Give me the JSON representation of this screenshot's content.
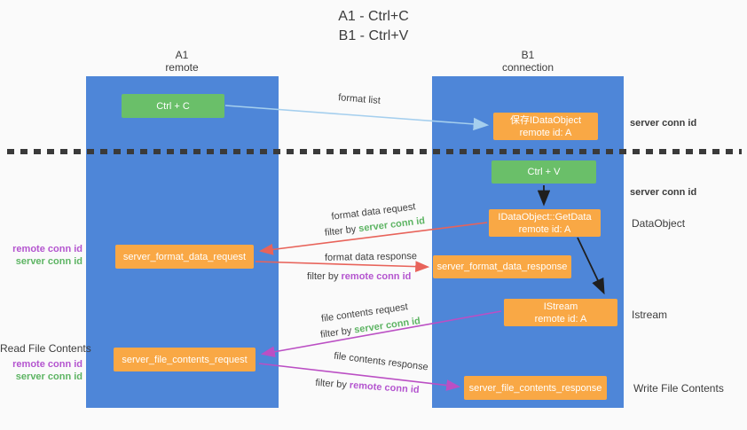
{
  "title": {
    "line1": "A1 - Ctrl+C",
    "line2": "B1 - Ctrl+V"
  },
  "columns": {
    "left": {
      "header_line1": "A1",
      "header_line2": "remote"
    },
    "right": {
      "header_line1": "B1",
      "header_line2": "connection"
    }
  },
  "boxes": {
    "ctrl_c": "Ctrl + C",
    "save_dataobject_line1": "保存IDataObject",
    "save_dataobject_line2": "remote id: A",
    "ctrl_v": "Ctrl + V",
    "getdata_line1": "IDataObject::GetData",
    "getdata_line2": "remote id: A",
    "server_format_data_request": "server_format_data_request",
    "server_format_data_response": "server_format_data_response",
    "istream_line1": "IStream",
    "istream_line2": "remote id: A",
    "server_file_contents_request": "server_file_contents_request",
    "server_file_contents_response": "server_file_contents_response"
  },
  "arrow_labels": {
    "format_list": "format list",
    "format_data_request": "format data request",
    "format_data_response": "format data response",
    "file_contents_request": "file contents request",
    "file_contents_response": "file contents response",
    "filter_by": "filter by ",
    "server_conn_id": "server conn id",
    "remote_conn_id": "remote conn id"
  },
  "side_labels": {
    "server_conn_id": "server conn id",
    "remote_conn_id": "remote conn id",
    "data_object": "DataObject",
    "istream": "Istream",
    "write_file_contents": "Write File Contents",
    "read_file_contents": "Read File Contents"
  },
  "colors": {
    "column_blue": "#4e86d8",
    "box_green": "#6abf69",
    "box_orange": "#f9a845",
    "arrow_red": "#e8635a",
    "arrow_magenta": "#bb4fc4",
    "arrow_light_blue": "#a5cfee",
    "arrow_black": "#1f1f1f",
    "text_green": "#5db463",
    "text_purple": "#b455cf",
    "dash_line": "#3a3a3a"
  }
}
